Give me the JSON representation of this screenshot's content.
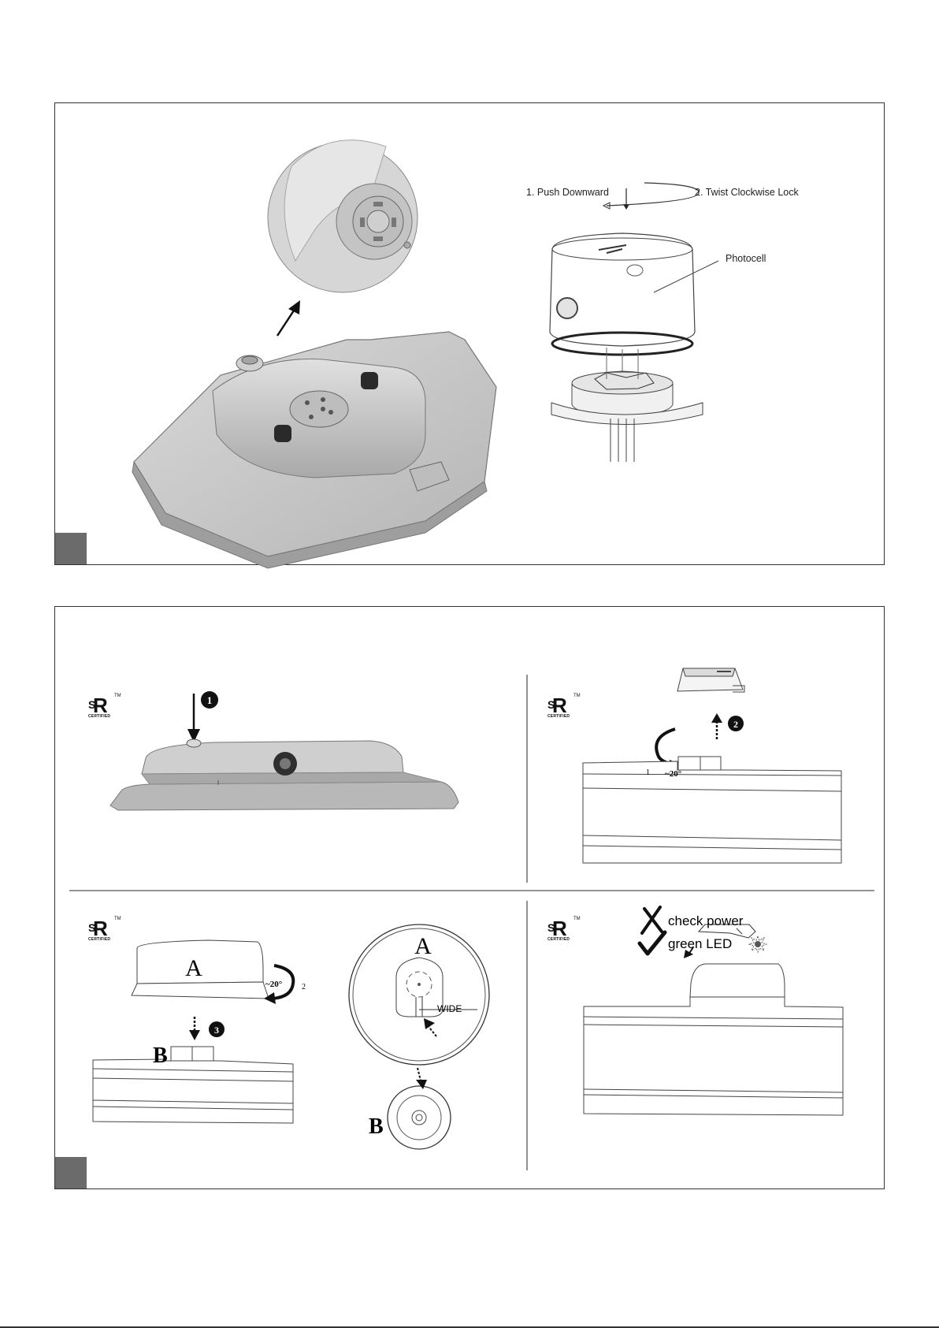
{
  "top_panel": {
    "step1_label": "1. Push Downward",
    "step2_label": "2. Twist Clockwise Lock",
    "photocell_label": "Photocell"
  },
  "bottom_panel": {
    "certification_logo": {
      "letters": "SR",
      "caption": "CERTIFIED",
      "trademark": "TM"
    },
    "step_one": {
      "number": "1"
    },
    "step_two": {
      "number": "2",
      "rotation_index": "1",
      "angle": "~20°"
    },
    "step_three": {
      "number": "3",
      "rotation_index": "2",
      "angle": "~20°",
      "part_a_label": "A",
      "part_b_label": "B",
      "wide_label": "WIDE"
    },
    "status": {
      "fail_text": "check power",
      "ok_text": "green LED"
    }
  },
  "colors": {
    "border": "#333333",
    "corner_square": "#6b6b6b",
    "fixture_fill": "#c9c9c9"
  }
}
